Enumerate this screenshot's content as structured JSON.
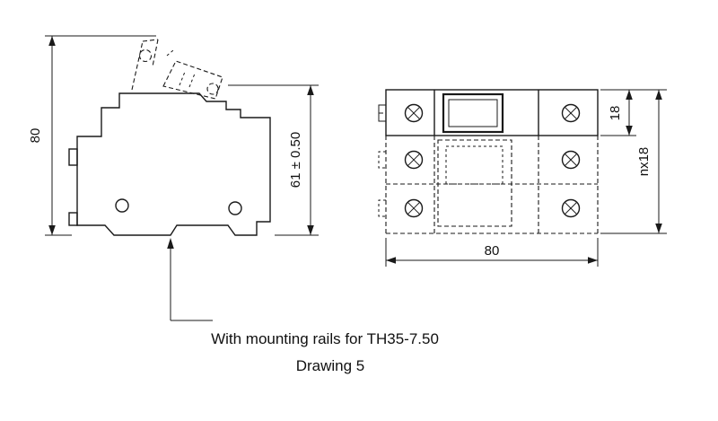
{
  "left_view": {
    "height_dim": "80",
    "body_height_dim": "61 ± 0.50"
  },
  "right_view": {
    "module_height_dim": "18",
    "total_height_dim": "nx18",
    "width_dim": "80"
  },
  "caption": {
    "line1": "With mounting rails for TH35-7.50",
    "line2": "Drawing 5"
  },
  "colors": {
    "line": "#1a1a1a",
    "background": "#ffffff"
  }
}
